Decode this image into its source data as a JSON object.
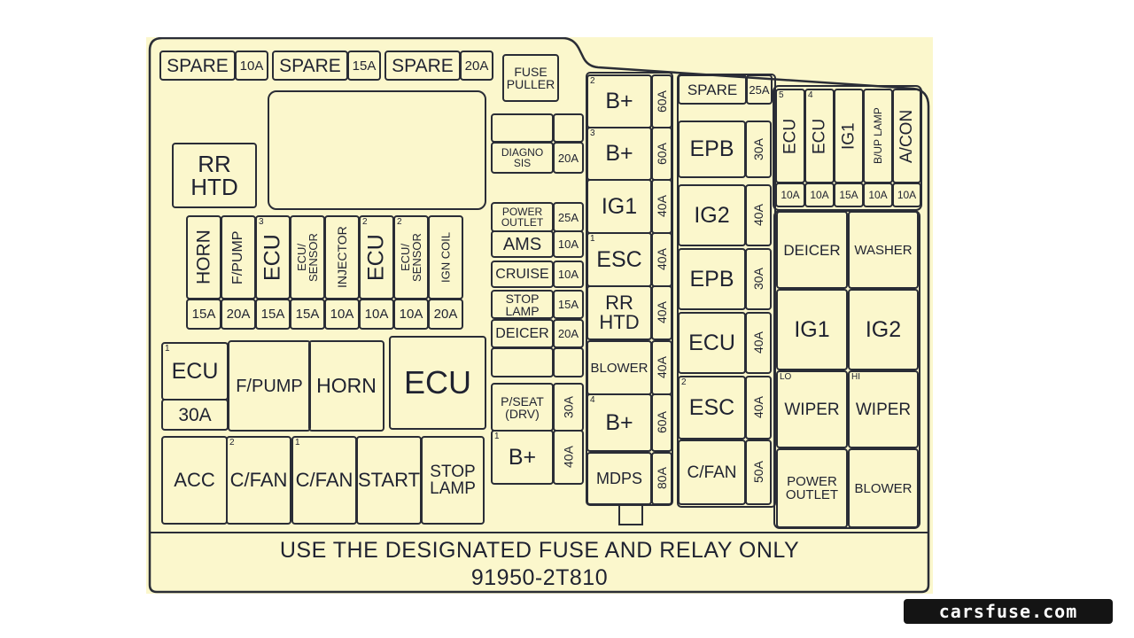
{
  "diagram": {
    "footer_line1": "USE THE DESIGNATED FUSE AND RELAY ONLY",
    "footer_line2": "91950-2T810",
    "brand": "carsfuse.com",
    "colors": {
      "panel": "#fbf7cc",
      "line": "#2a2d36",
      "text": "#1f2230"
    },
    "components": [
      {
        "id": "spare-10a",
        "label": "SPARE"
      },
      {
        "id": "spare-10a-rating",
        "label": "10A"
      },
      {
        "id": "spare-15a",
        "label": "SPARE"
      },
      {
        "id": "spare-15a-rating",
        "label": "15A"
      },
      {
        "id": "spare-20a",
        "label": "SPARE"
      },
      {
        "id": "spare-20a-rating",
        "label": "20A"
      },
      {
        "id": "fuse-puller",
        "label": "FUSE\nPULLER"
      },
      {
        "id": "rr-htd-relay",
        "label": "RR\nHTD"
      },
      {
        "id": "top-blank-1",
        "label": ""
      },
      {
        "id": "top-blank-2",
        "label": ""
      },
      {
        "id": "diagnosis",
        "label": "DIAGNO\nSIS"
      },
      {
        "id": "diagnosis-rating",
        "label": "20A"
      },
      {
        "id": "power-outlet",
        "label": "POWER\nOUTLET"
      },
      {
        "id": "power-outlet-rating",
        "label": "25A"
      },
      {
        "id": "ams",
        "label": "AMS"
      },
      {
        "id": "ams-rating",
        "label": "10A"
      },
      {
        "id": "cruise",
        "label": "CRUISE"
      },
      {
        "id": "cruise-rating",
        "label": "10A"
      },
      {
        "id": "stop-lamp-fuse",
        "label": "STOP\nLAMP"
      },
      {
        "id": "stop-lamp-fuse-rating",
        "label": "15A"
      },
      {
        "id": "deicer-fuse",
        "label": "DEICER"
      },
      {
        "id": "deicer-fuse-rating",
        "label": "20A"
      },
      {
        "id": "mid-blank-1",
        "label": ""
      },
      {
        "id": "mid-blank-2",
        "label": ""
      },
      {
        "id": "horn-fuse",
        "label": "HORN"
      },
      {
        "id": "horn-fuse-rating",
        "label": "15A"
      },
      {
        "id": "fpump-fuse",
        "label": "F/PUMP"
      },
      {
        "id": "fpump-fuse-rating",
        "label": "20A"
      },
      {
        "id": "ecu-fuse-3",
        "label": "ECU"
      },
      {
        "id": "ecu-fuse-3-rating",
        "label": "15A"
      },
      {
        "id": "ecu-sensor-1",
        "label": "ECU/\nSENSOR"
      },
      {
        "id": "ecu-sensor-1-rating",
        "label": "15A"
      },
      {
        "id": "injector",
        "label": "INJECTOR"
      },
      {
        "id": "injector-rating",
        "label": "10A"
      },
      {
        "id": "ecu-fuse-2",
        "label": "ECU"
      },
      {
        "id": "ecu-fuse-2-rating",
        "label": "10A"
      },
      {
        "id": "ecu-sensor-2",
        "label": "ECU/\nSENSOR"
      },
      {
        "id": "ecu-sensor-2-rating",
        "label": "10A"
      },
      {
        "id": "ign-coil",
        "label": "IGN COIL"
      },
      {
        "id": "ign-coil-rating",
        "label": "20A"
      },
      {
        "id": "ecu-fuse-1",
        "label": "ECU"
      },
      {
        "id": "ecu-fuse-1-rating",
        "label": "30A"
      },
      {
        "id": "fpump-relay",
        "label": "F/PUMP"
      },
      {
        "id": "horn-relay",
        "label": "HORN"
      },
      {
        "id": "ecu-relay",
        "label": "ECU"
      },
      {
        "id": "pseat-drv",
        "label": "P/SEAT\n(DRV)"
      },
      {
        "id": "pseat-drv-rating",
        "label": "30A"
      },
      {
        "id": "bplus-1",
        "label": "B+"
      },
      {
        "id": "bplus-1-rating",
        "label": "40A"
      },
      {
        "id": "acc-relay",
        "label": "ACC"
      },
      {
        "id": "cfan-relay-2",
        "label": "C/FAN"
      },
      {
        "id": "cfan-relay-1",
        "label": "C/FAN"
      },
      {
        "id": "start-relay",
        "label": "START"
      },
      {
        "id": "stop-lamp-relay",
        "label": "STOP\nLAMP"
      },
      {
        "id": "bplus-2",
        "label": "B+"
      },
      {
        "id": "bplus-2-rating",
        "label": "60A"
      },
      {
        "id": "bplus-3",
        "label": "B+"
      },
      {
        "id": "bplus-3-rating",
        "label": "60A"
      },
      {
        "id": "ig1-multi",
        "label": "IG1"
      },
      {
        "id": "ig1-multi-rating",
        "label": "40A"
      },
      {
        "id": "esc-1",
        "label": "ESC"
      },
      {
        "id": "esc-1-rating",
        "label": "40A"
      },
      {
        "id": "rr-htd-fuse",
        "label": "RR\nHTD"
      },
      {
        "id": "rr-htd-fuse-rating",
        "label": "40A"
      },
      {
        "id": "blower-fuse",
        "label": "BLOWER"
      },
      {
        "id": "blower-fuse-rating",
        "label": "40A"
      },
      {
        "id": "bplus-4",
        "label": "B+"
      },
      {
        "id": "bplus-4-rating",
        "label": "60A"
      },
      {
        "id": "mdps",
        "label": "MDPS"
      },
      {
        "id": "mdps-rating",
        "label": "80A"
      },
      {
        "id": "spare-25a",
        "label": "SPARE"
      },
      {
        "id": "spare-25a-rating",
        "label": "25A"
      },
      {
        "id": "epb-1",
        "label": "EPB"
      },
      {
        "id": "epb-1-rating",
        "label": "30A"
      },
      {
        "id": "ig2-multi",
        "label": "IG2"
      },
      {
        "id": "ig2-multi-rating",
        "label": "40A"
      },
      {
        "id": "epb-2",
        "label": "EPB"
      },
      {
        "id": "epb-2-rating",
        "label": "30A"
      },
      {
        "id": "ecu-multi",
        "label": "ECU"
      },
      {
        "id": "ecu-multi-rating",
        "label": "40A"
      },
      {
        "id": "esc-2",
        "label": "ESC"
      },
      {
        "id": "esc-2-rating",
        "label": "40A"
      },
      {
        "id": "cfan-multi",
        "label": "C/FAN"
      },
      {
        "id": "cfan-multi-rating",
        "label": "50A"
      },
      {
        "id": "ecu-fuse-5",
        "label": "ECU"
      },
      {
        "id": "ecu-fuse-5-rating",
        "label": "10A"
      },
      {
        "id": "ecu-fuse-4",
        "label": "ECU"
      },
      {
        "id": "ecu-fuse-4-rating",
        "label": "10A"
      },
      {
        "id": "ig1-fuse",
        "label": "IG1"
      },
      {
        "id": "ig1-fuse-rating",
        "label": "15A"
      },
      {
        "id": "bup-lamp",
        "label": "B/UP LAMP"
      },
      {
        "id": "bup-lamp-rating",
        "label": "10A"
      },
      {
        "id": "acon-fuse",
        "label": "A/CON"
      },
      {
        "id": "acon-fuse-rating",
        "label": "10A"
      },
      {
        "id": "deicer-relay",
        "label": "DEICER"
      },
      {
        "id": "washer-relay",
        "label": "WASHER"
      },
      {
        "id": "ig1-relay",
        "label": "IG1"
      },
      {
        "id": "ig2-relay",
        "label": "IG2"
      },
      {
        "id": "wiper-lo-relay",
        "label": "WIPER"
      },
      {
        "id": "wiper-hi-relay",
        "label": "WIPER"
      },
      {
        "id": "power-outlet-relay",
        "label": "POWER\nOUTLET"
      },
      {
        "id": "blower-relay",
        "label": "BLOWER"
      }
    ],
    "markers": [
      {
        "for": "ecu-fuse-3",
        "text": "3"
      },
      {
        "for": "ecu-fuse-2",
        "text": "2"
      },
      {
        "for": "ecu-sensor-2",
        "text": "2"
      },
      {
        "for": "ecu-fuse-1",
        "text": "1"
      },
      {
        "for": "bplus-1",
        "text": "1"
      },
      {
        "for": "cfan-relay-2",
        "text": "2"
      },
      {
        "for": "cfan-relay-1",
        "text": "1"
      },
      {
        "for": "bplus-2",
        "text": "2"
      },
      {
        "for": "bplus-3",
        "text": "3"
      },
      {
        "for": "esc-1",
        "text": "1"
      },
      {
        "for": "bplus-4",
        "text": "4"
      },
      {
        "for": "esc-2",
        "text": "2"
      },
      {
        "for": "ecu-fuse-5",
        "text": "5"
      },
      {
        "for": "ecu-fuse-4",
        "text": "4"
      },
      {
        "for": "wiper-lo-relay",
        "text": "LO"
      },
      {
        "for": "wiper-hi-relay",
        "text": "HI"
      }
    ]
  }
}
